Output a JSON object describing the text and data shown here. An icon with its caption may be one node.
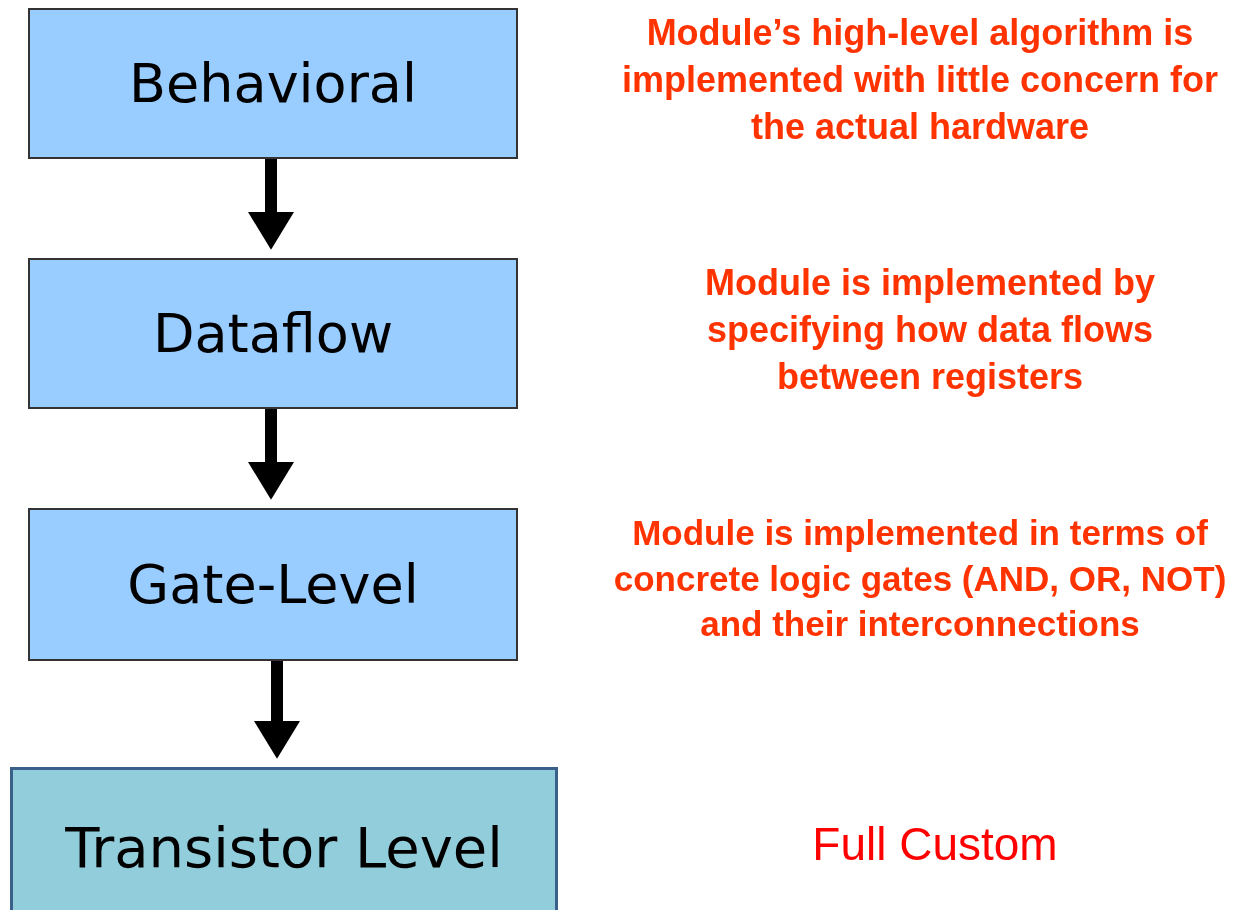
{
  "diagram": {
    "nodes": [
      {
        "text": [
          "Behavioral"
        ]
      },
      {
        "text": [
          "Dataflow"
        ]
      },
      {
        "text": [
          "Gate-Level"
        ]
      },
      {
        "text": [
          "Transistor Level"
        ]
      }
    ],
    "edges": [
      {
        "from": 0,
        "to": 1,
        "arrow": "to"
      },
      {
        "from": 1,
        "to": 2,
        "arrow": "to"
      },
      {
        "from": 2,
        "to": 3,
        "arrow": "to"
      }
    ],
    "labels": [
      "Module’s high-level algorithm is implemented with little concern for the actual hardware",
      "Module is implemented by specifying how data flows between registers",
      "Module is implemented in terms of concrete logic gates (AND, OR, NOT) and their interconnections",
      "Full Custom"
    ]
  }
}
